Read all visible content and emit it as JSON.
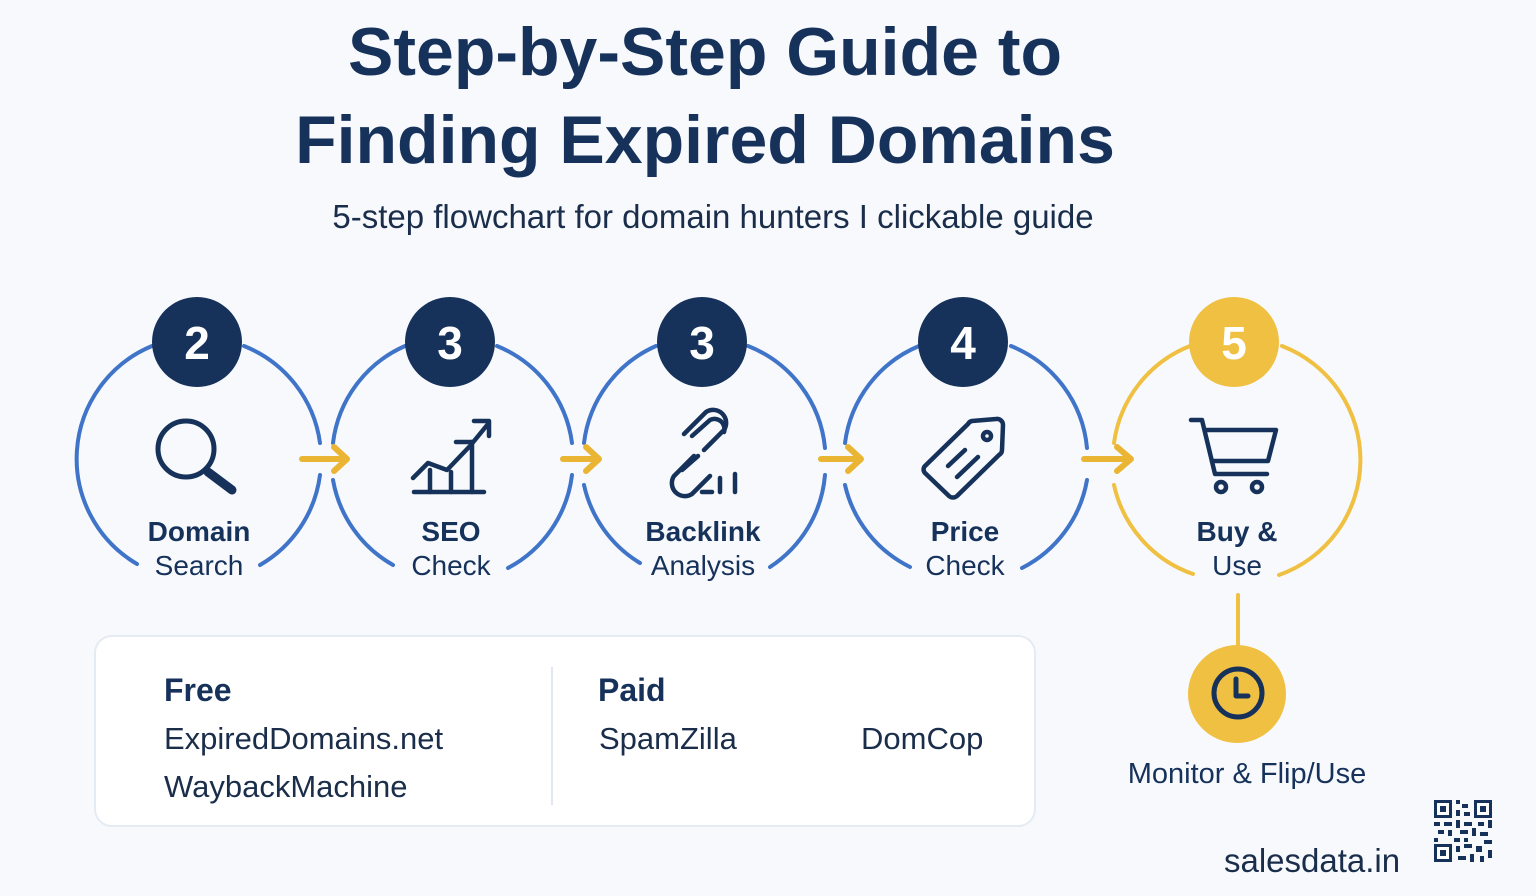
{
  "header": {
    "title_line1": "Step-by-Step Guide to",
    "title_line2": "Finding Expired Domains",
    "subtitle": "5-step flowchart for domain hunters I clickable guide"
  },
  "steps": [
    {
      "number": "2",
      "label_line1": "Domain",
      "label_line2": "Search",
      "icon": "search-icon",
      "state": "default"
    },
    {
      "number": "3",
      "label_line1": "SEO",
      "label_line2": "Check",
      "icon": "trending-chart-icon",
      "state": "default"
    },
    {
      "number": "3",
      "label_line1": "Backlink",
      "label_line2": "Analysis",
      "icon": "link-chain-icon",
      "state": "default"
    },
    {
      "number": "4",
      "label_line1": "Price",
      "label_line2": "Check",
      "icon": "price-tag-icon",
      "state": "default"
    },
    {
      "number": "5",
      "label_line1": "Buy &",
      "label_line2": "Use",
      "icon": "shopping-cart-icon",
      "state": "highlight"
    }
  ],
  "monitor": {
    "label": "Monitor & Flip/Use",
    "icon": "clock-icon"
  },
  "tools": {
    "free": {
      "heading": "Free",
      "items": [
        "ExpiredDomains.net",
        "WaybackMachine"
      ]
    },
    "paid": {
      "heading": "Paid",
      "items": [
        "SpamZilla",
        "DomCop"
      ]
    }
  },
  "footer": {
    "brand": "salesdata.in",
    "qr_icon": "qr-code-icon"
  },
  "colors": {
    "navy": "#16325b",
    "blue_ring": "#3f74c9",
    "gold": "#f0c043",
    "background": "#f7f9fc"
  }
}
